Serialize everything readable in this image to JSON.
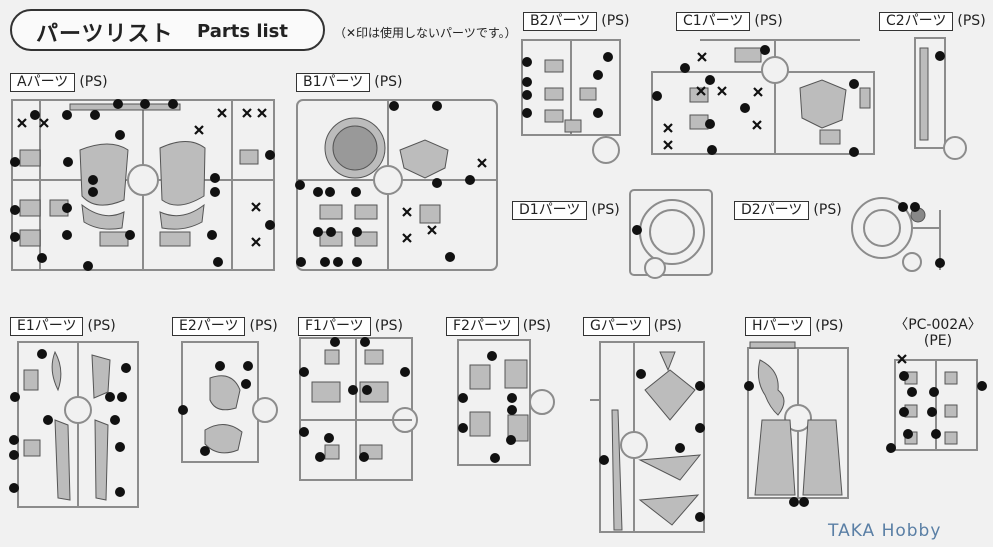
{
  "header": {
    "title_jp": "パーツリスト",
    "title_en": "Parts list",
    "note": "（✕印は使用しないパーツです。）"
  },
  "runners": {
    "A": {
      "name": "Aパーツ",
      "material": "(PS)"
    },
    "B1": {
      "name": "B1パーツ",
      "material": "(PS)"
    },
    "B2": {
      "name": "B2パーツ",
      "material": "(PS)"
    },
    "C1": {
      "name": "C1パーツ",
      "material": "(PS)"
    },
    "C2": {
      "name": "C2パーツ",
      "material": "(PS)"
    },
    "D1": {
      "name": "D1パーツ",
      "material": "(PS)"
    },
    "D2": {
      "name": "D2パーツ",
      "material": "(PS)"
    },
    "E1": {
      "name": "E1パーツ",
      "material": "(PS)"
    },
    "E2": {
      "name": "E2パーツ",
      "material": "(PS)"
    },
    "F1": {
      "name": "F1パーツ",
      "material": "(PS)"
    },
    "F2": {
      "name": "F2パーツ",
      "material": "(PS)"
    },
    "G": {
      "name": "Gパーツ",
      "material": "(PS)"
    },
    "H": {
      "name": "Hパーツ",
      "material": "(PS)"
    }
  },
  "pc": {
    "line1": "〈PC-002A〉",
    "line2": "(PE)"
  },
  "watermark": "TAKA Hobby"
}
